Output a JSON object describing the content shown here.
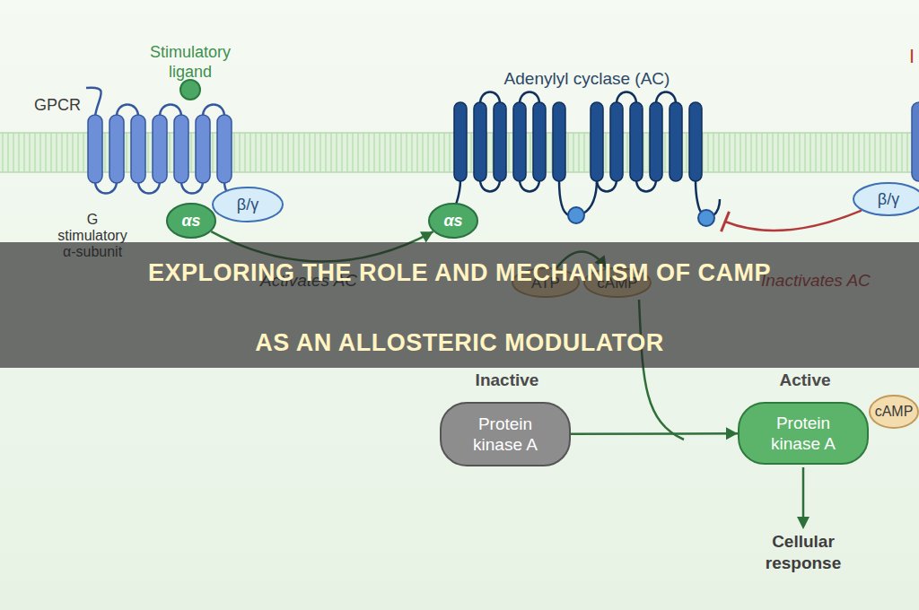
{
  "diagram": {
    "title": "EXPLORING THE ROLE AND MECHANISM OF CAMP AS AN ALLOSTERIC MODULATOR",
    "nodes": [
      {
        "text": [
          "GPCR"
        ]
      },
      {
        "text": [
          "Stimulatory ligand"
        ]
      },
      {
        "text": [
          "αs"
        ]
      },
      {
        "text": [
          "β/γ"
        ]
      },
      {
        "text": [
          "Adenylyl cyclase (AC)"
        ]
      },
      {
        "text": [
          "αs"
        ]
      },
      {
        "text": [
          "β/γ"
        ]
      },
      {
        "text": [
          "ATP"
        ]
      },
      {
        "text": [
          "cAMP"
        ]
      },
      {
        "text": [
          "Inactive",
          "Protein kinase A"
        ]
      },
      {
        "text": [
          "Active",
          "Protein kinase A"
        ]
      },
      {
        "text": [
          "cAMP"
        ]
      }
    ],
    "edges": [
      {
        "from": 2,
        "to": 5,
        "label": "Activates AC",
        "arrow": "to"
      },
      {
        "from": 6,
        "to": 4,
        "label": "Inactivates AC",
        "arrow": "none"
      },
      {
        "from": 7,
        "to": 8,
        "arrow": "to"
      },
      {
        "from": 9,
        "to": 10,
        "arrow": "to"
      }
    ],
    "labels": [
      "G stimulatory α-subunit",
      "I",
      "Cellular response"
    ]
  }
}
